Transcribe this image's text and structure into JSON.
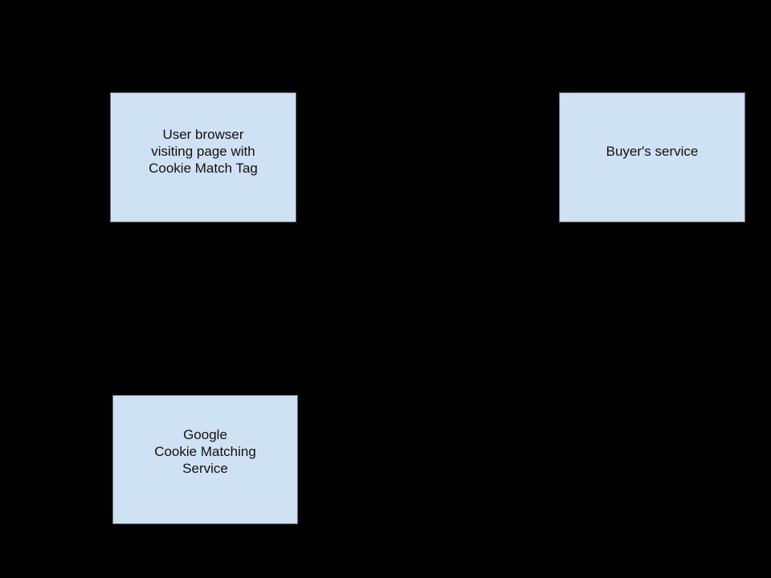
{
  "canvas": {
    "background_color": "#000000"
  },
  "diagram": {
    "nodes": [
      {
        "id": "user-browser",
        "lines": [
          "User browser",
          "visiting page with",
          "Cookie Match Tag"
        ],
        "fill": "#cfe2f3",
        "border": "#67717a",
        "text_color": "#111111"
      },
      {
        "id": "buyers-service",
        "lines": [
          "Buyer's service"
        ],
        "fill": "#cfe2f3",
        "border": "#67717a",
        "text_color": "#111111"
      },
      {
        "id": "google-cookie-matching-service",
        "lines": [
          "Google",
          "Cookie Matching",
          "Service"
        ],
        "fill": "#cfe2f3",
        "border": "#67717a",
        "text_color": "#111111"
      }
    ]
  }
}
